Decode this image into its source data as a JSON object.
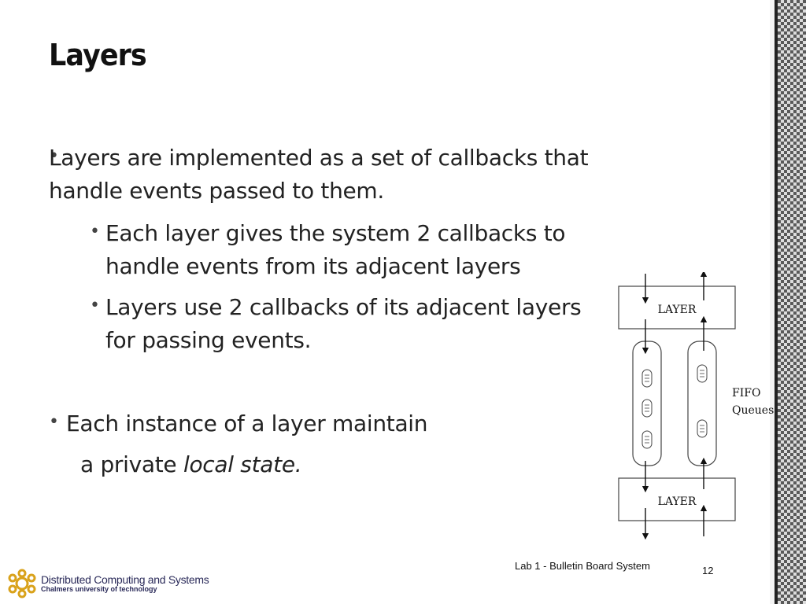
{
  "slide": {
    "title": "Layers",
    "bullets": [
      {
        "text": "Layers are implemented as a set of callbacks that handle events passed to them."
      },
      {
        "text": "Each layer gives the system 2 callbacks to handle events from its adjacent layers"
      },
      {
        "text": "Layers use 2 callbacks of its adjacent layers for passing events."
      },
      {
        "text": "Each instance of a layer maintain"
      }
    ],
    "continuation": {
      "prefix": "a private ",
      "italic": "local state."
    }
  },
  "diagram": {
    "top_layer_label": "LAYER",
    "bottom_layer_label": "LAYER",
    "queue_label_line1": "FIFO",
    "queue_label_line2": "Queues"
  },
  "footer": {
    "lab_title": "Lab 1 - Bulletin Board System",
    "page_number": "12",
    "org_name": "Distributed Computing and Systems",
    "org_sub": "Chalmers university of technology"
  },
  "colors": {
    "org_text": "#2b2b5a",
    "logo_gold": "#d9a21b"
  }
}
